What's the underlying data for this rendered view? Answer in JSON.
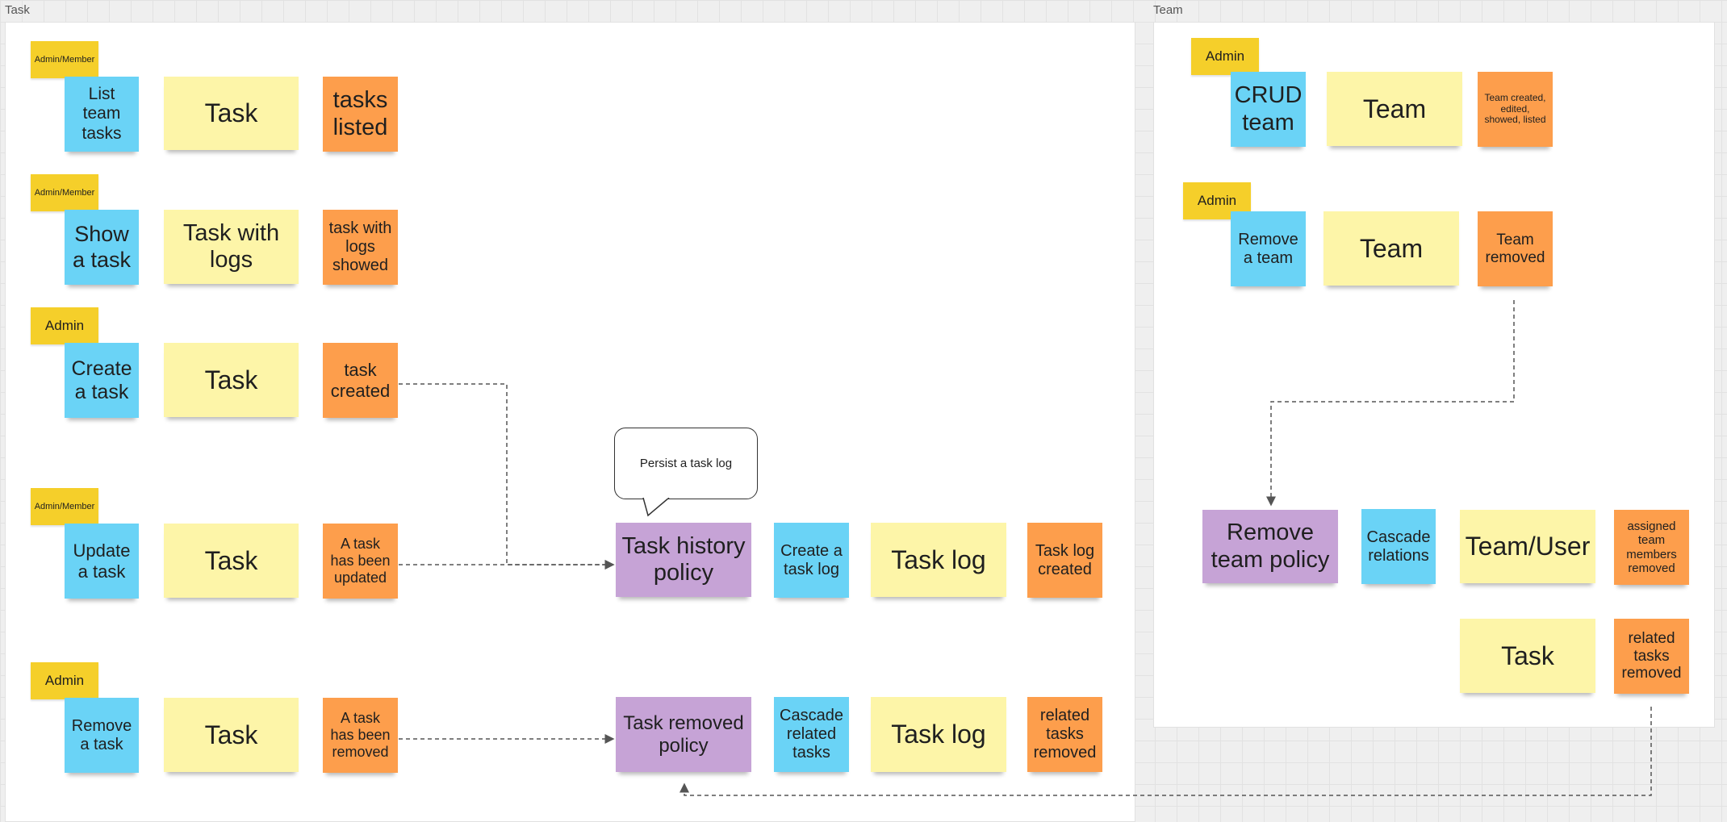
{
  "frames": {
    "task": {
      "label": "Task"
    },
    "team": {
      "label": "Team"
    }
  },
  "task_rows": {
    "list": {
      "actor": "Admin/Member",
      "command": "List team tasks",
      "aggregate": "Task",
      "event": "tasks listed"
    },
    "show": {
      "actor": "Admin/Member",
      "command": "Show a task",
      "aggregate": "Task with logs",
      "event": "task with logs showed"
    },
    "create": {
      "actor": "Admin",
      "command": "Create a task",
      "aggregate": "Task",
      "event": "task created"
    },
    "update": {
      "actor": "Admin/Member",
      "command": "Update a task",
      "aggregate": "Task",
      "event": "A task has been updated"
    },
    "remove": {
      "actor": "Admin",
      "command": "Remove a task",
      "aggregate": "Task",
      "event": "A task has been removed"
    }
  },
  "task_policies": {
    "history": {
      "callout": "Persist a task log",
      "policy": "Task history policy",
      "command": "Create a task log",
      "aggregate": "Task log",
      "event": "Task log created"
    },
    "removed": {
      "policy": "Task removed policy",
      "command": "Cascade related tasks",
      "aggregate": "Task log",
      "event": "related tasks removed"
    }
  },
  "team_rows": {
    "crud": {
      "actor": "Admin",
      "command": "CRUD team",
      "aggregate": "Team",
      "event": "Team created, edited, showed, listed"
    },
    "remove": {
      "actor": "Admin",
      "command": "Remove a team",
      "aggregate": "Team",
      "event": "Team removed"
    }
  },
  "team_policy": {
    "policy": "Remove team policy",
    "command": "Cascade relations",
    "aggregate": "Team/User",
    "event": "assigned team members removed",
    "aggregate2": "Task",
    "event2": "related tasks removed"
  },
  "colors": {
    "command": "#6ad3f6",
    "aggregate": "#fdf5a8",
    "event": "#fd9e4c",
    "policy": "#c6a3d6",
    "actor": "#f5cf2a",
    "connector": "#555555"
  }
}
